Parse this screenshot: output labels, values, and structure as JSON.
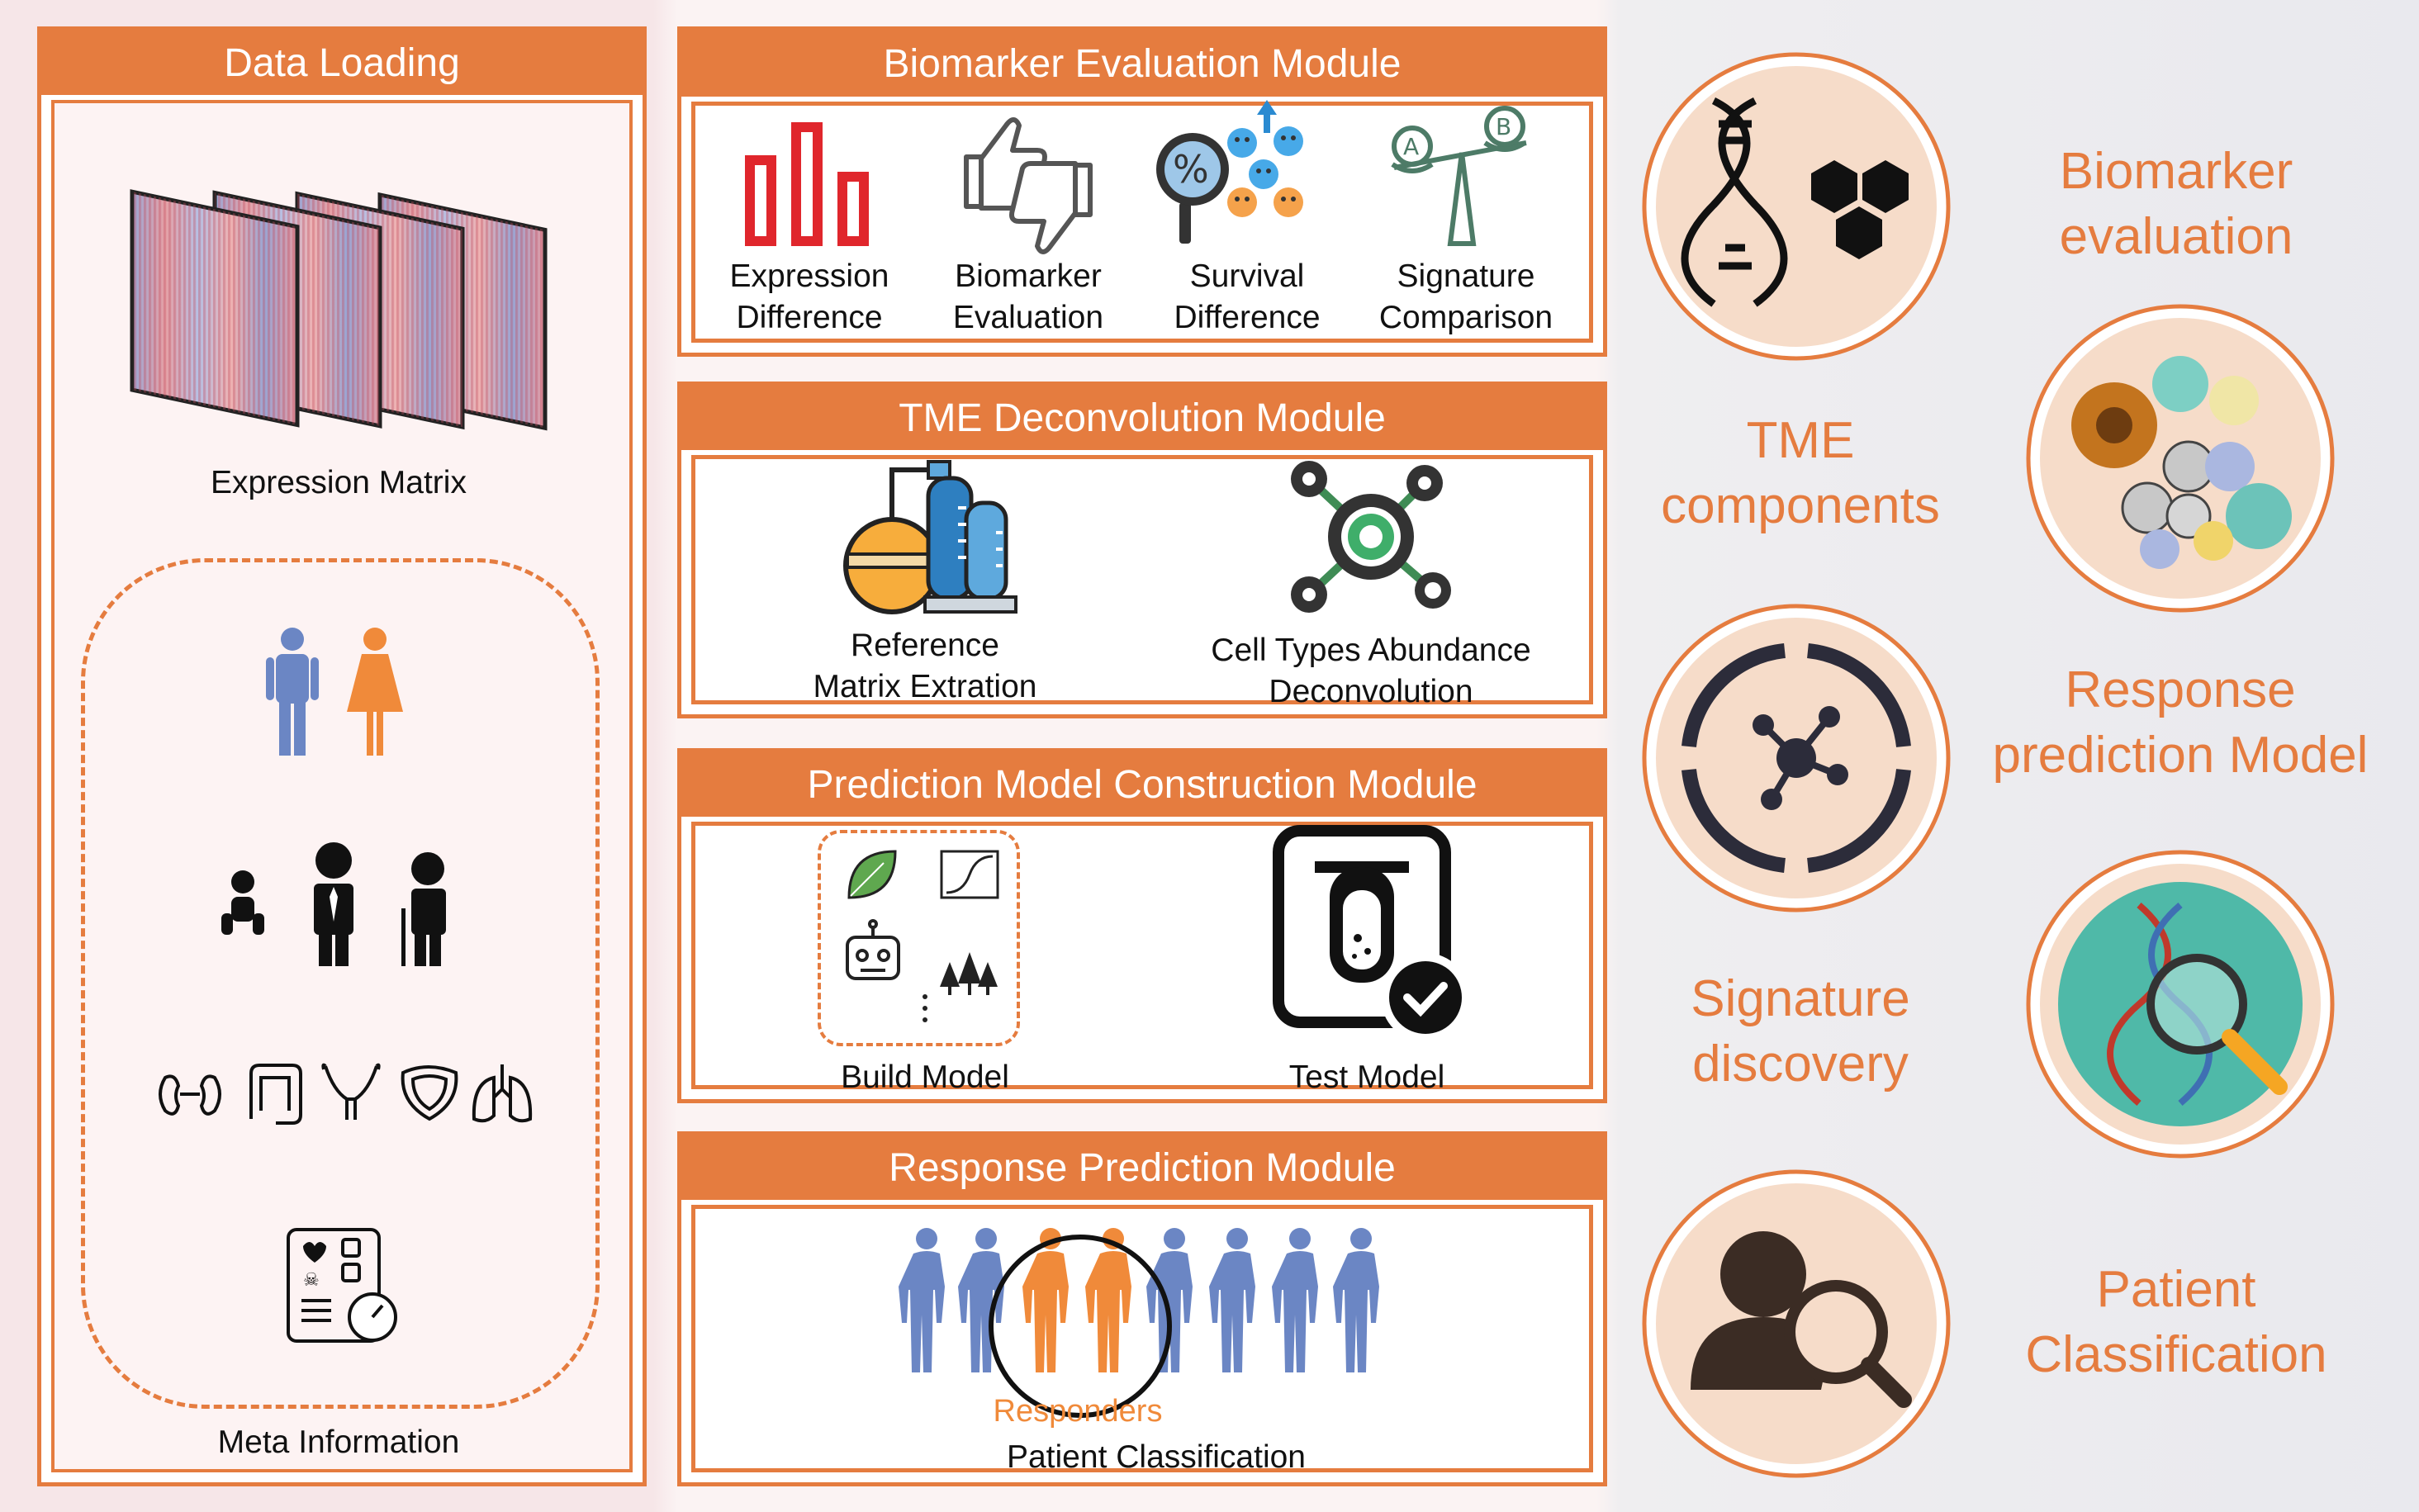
{
  "data_loading": {
    "title": "Data Loading",
    "expression_matrix": "Expression Matrix",
    "meta_information": "Meta Information"
  },
  "biomarker_module": {
    "title": "Biomarker Evaluation Module",
    "items": [
      {
        "line1": "Expression",
        "line2": "Difference"
      },
      {
        "line1": "Biomarker",
        "line2": "Evaluation"
      },
      {
        "line1": "Survival",
        "line2": "Difference"
      },
      {
        "line1": "Signature",
        "line2": "Comparison"
      }
    ]
  },
  "tme_module": {
    "title": "TME Deconvolution Module",
    "items": [
      {
        "line1": "Reference",
        "line2": "Matrix Extration"
      },
      {
        "line1": "Cell Types Abundance",
        "line2": "Deconvolution"
      }
    ]
  },
  "prediction_module": {
    "title": "Prediction Model Construction Module",
    "build_model": "Build Model",
    "test_model": "Test Model"
  },
  "response_module": {
    "title": "Response Prediction Module",
    "responders": "Responders",
    "patient_classification": "Patient Classification"
  },
  "right_column": {
    "biomarker": {
      "line1": "Biomarker",
      "line2": "evaluation"
    },
    "tme": {
      "line1": "TME",
      "line2": "components"
    },
    "response": {
      "line1": "Response",
      "line2": "prediction Model"
    },
    "signature": {
      "line1": "Signature",
      "line2": "discovery"
    },
    "patient": {
      "line1": "Patient",
      "line2": "Classification"
    }
  },
  "colors": {
    "accent": "#e57c3f",
    "blue_figure": "#6b86c4",
    "orange_figure": "#f08a3a",
    "circle_fill": "#f6dcc9"
  }
}
